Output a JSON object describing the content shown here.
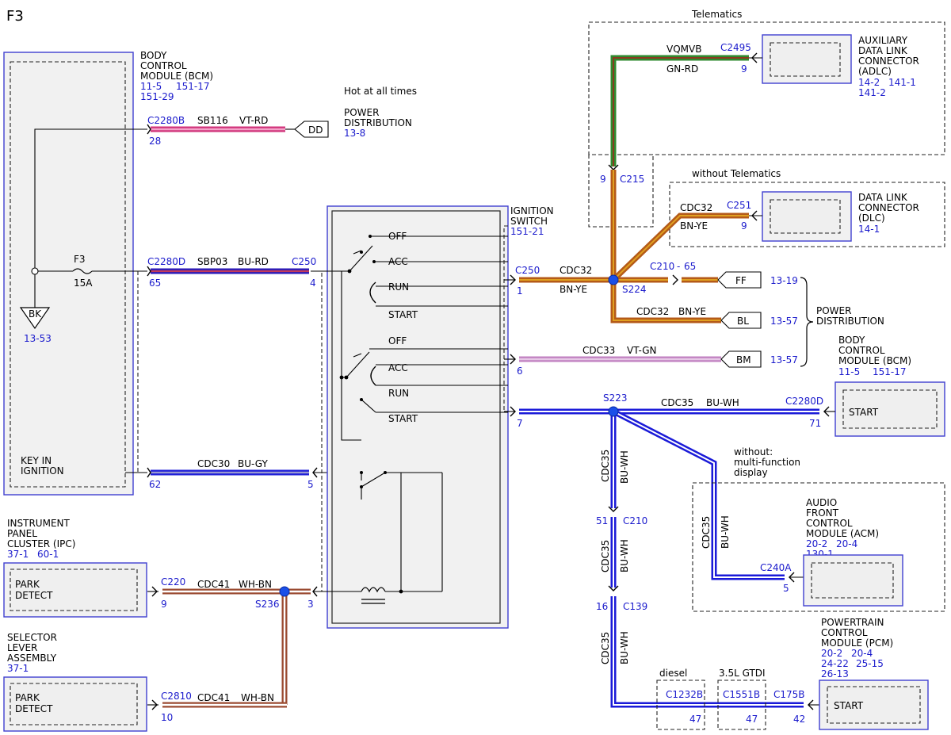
{
  "page_id": "F3",
  "bcm": {
    "name": [
      "BODY",
      "CONTROL",
      "MODULE (BCM)"
    ],
    "refs": [
      "11-5",
      "151-17",
      "151-29"
    ],
    "key_label": [
      "KEY IN",
      "IGNITION"
    ],
    "ground_label": "BK",
    "ground_ref": "13-53",
    "fuse_name": "F3",
    "fuse_rating": "15A"
  },
  "hot_label": "Hot at all times",
  "power_dist_top": {
    "name": [
      "POWER",
      "DISTRIBUTION"
    ],
    "ref": "13-8",
    "terminal": "DD"
  },
  "circuits": {
    "c1": {
      "connector": "C2280B",
      "pin": "28",
      "circuit": "SB116",
      "color": "VT-RD"
    },
    "c2": {
      "connector": "C2280D",
      "pin": "65",
      "circuit": "SBP03",
      "color": "BU-RD",
      "switch_conn": "C250",
      "switch_pin": "4"
    },
    "c3": {
      "circuit": "CDC30",
      "color": "BU-GY",
      "pin": "62",
      "switch_pin": "5"
    },
    "c4": {
      "connector": "C220",
      "pin": "9",
      "circuit": "CDC41",
      "color": "WH-BN",
      "splice": "S236",
      "switch_pin": "3"
    },
    "c5": {
      "connector": "C2810",
      "pin": "10",
      "circuit": "CDC41",
      "color": "WH-BN"
    }
  },
  "ignition_switch": {
    "name": [
      "IGNITION",
      "SWITCH"
    ],
    "ref": "151-21",
    "positions_top": [
      "OFF",
      "ACC",
      "RUN",
      "START"
    ],
    "positions_bottom": [
      "OFF",
      "ACC",
      "RUN",
      "START"
    ]
  },
  "ipc": {
    "name": [
      "INSTRUMENT",
      "PANEL",
      "CLUSTER (IPC)"
    ],
    "refs": [
      "37-1",
      "60-1"
    ],
    "label": [
      "PARK",
      "DETECT"
    ]
  },
  "selector": {
    "name": [
      "SELECTOR",
      "LEVER",
      "ASSEMBLY"
    ],
    "ref": "37-1",
    "label": [
      "PARK",
      "DETECT"
    ]
  },
  "telematics": {
    "group_label": "Telematics",
    "circuit": "VQMVB",
    "color": "GN-RD",
    "connector": "C2495",
    "pin": "9",
    "adlc": {
      "name": [
        "AUXILIARY",
        "DATA LINK",
        "CONNECTOR",
        "(ADLC)"
      ],
      "refs": [
        "14-2",
        "141-1",
        "141-2"
      ]
    },
    "c215_pin": "9",
    "c215": "C215"
  },
  "no_telematics": {
    "group_label": "without Telematics",
    "circuit": "CDC32",
    "color": "BN-YE",
    "connector": "C251",
    "pin": "9",
    "dlc": {
      "name": [
        "DATA LINK",
        "CONNECTOR",
        "(DLC)"
      ],
      "ref": "14-1"
    }
  },
  "right_mid": {
    "c250": "C250",
    "c250_pin": "1",
    "circuit": "CDC32",
    "color": "BN-YE",
    "splice": "S224",
    "ff_conn": "C210",
    "ff_dash": "-",
    "ff_pin": "65",
    "ff": "FF",
    "ff_ref": "13-19",
    "bl_circuit": "CDC32",
    "bl_color": "BN-YE",
    "bl": "BL",
    "bl_ref": "13-57",
    "bm_circuit": "CDC33",
    "bm_color": "VT-GN",
    "bm": "BM",
    "bm_ref": "13-57",
    "bm_pin": "6",
    "pd_name": [
      "POWER",
      "DISTRIBUTION"
    ]
  },
  "start_circuit": {
    "pin": "7",
    "splice": "S223",
    "circuit": "CDC35",
    "color": "BU-WH",
    "bcm_conn": "C2280D",
    "bcm_pin": "71",
    "bcm_name": [
      "BODY",
      "CONTROL",
      "MODULE (BCM)"
    ],
    "bcm_refs": [
      "11-5",
      "151-17"
    ],
    "start_label": "START",
    "c210_pin": "51",
    "c210": "C210",
    "c139_pin": "16",
    "c139": "C139",
    "without_note": [
      "without:",
      "multi-function",
      "display"
    ],
    "acm": {
      "name": [
        "AUDIO",
        "FRONT",
        "CONTROL",
        "MODULE (ACM)"
      ],
      "refs": [
        "20-2",
        "20-4",
        "130-1"
      ],
      "conn": "C240A",
      "pin": "5"
    },
    "pcm": {
      "name": [
        "POWERTRAIN",
        "CONTROL",
        "MODULE (PCM)"
      ],
      "refs": [
        "20-2",
        "20-4",
        "24-22",
        "25-15",
        "26-13"
      ],
      "conn": "C175B",
      "pin": "42",
      "label": "START"
    },
    "diesel": {
      "label": "diesel",
      "conn": "C1232B",
      "pin": "47"
    },
    "gtdi": {
      "label": "3.5L GTDI",
      "conn": "C1551B",
      "pin": "47"
    }
  },
  "wire_colors": {
    "vt_rd": [
      "#d0337a",
      "#f3a2c8"
    ],
    "bu_rd": [
      "#2a1ab8",
      "#c23a5a"
    ],
    "bu_gy": [
      "#2020d8",
      "#9a9ad0"
    ],
    "wh_bn": [
      "#ffffff",
      "#9a4a30"
    ],
    "gn_rd": [
      "#2f8a2f",
      "#8b3a1f"
    ],
    "bn_ye": [
      "#b45a18",
      "#e0a020"
    ],
    "vt_gn": [
      "#c080c0",
      "#e6c8e6"
    ],
    "bu_wh": [
      "#1a1ad8",
      "#ffffff"
    ],
    "splice": "#1a4fe8",
    "link_blue": "#1a1acc"
  }
}
